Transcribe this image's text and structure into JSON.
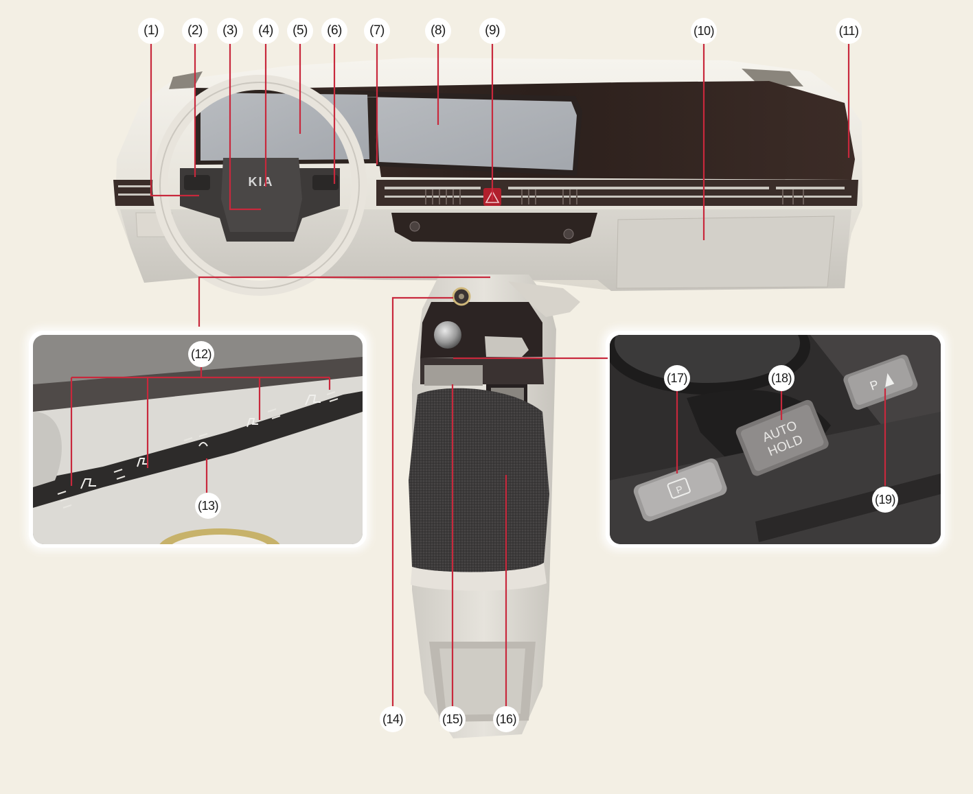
{
  "brand": {
    "logo_text": "KIA"
  },
  "switches": {
    "auto_hold_line1": "AUTO",
    "auto_hold_line2": "HOLD",
    "parking_label": "P"
  },
  "callouts": [
    "(1)",
    "(2)",
    "(3)",
    "(4)",
    "(5)",
    "(6)",
    "(7)",
    "(8)",
    "(9)",
    "(10)",
    "(11)",
    "(12)",
    "(13)",
    "(14)",
    "(15)",
    "(16)",
    "(17)",
    "(18)",
    "(19)"
  ],
  "colors": {
    "background": "#f3efe4",
    "leader_line": "#c8283c",
    "dash_dark": "#2a201d",
    "trim_light": "#e9e6de",
    "fabric": "#3a3838"
  }
}
